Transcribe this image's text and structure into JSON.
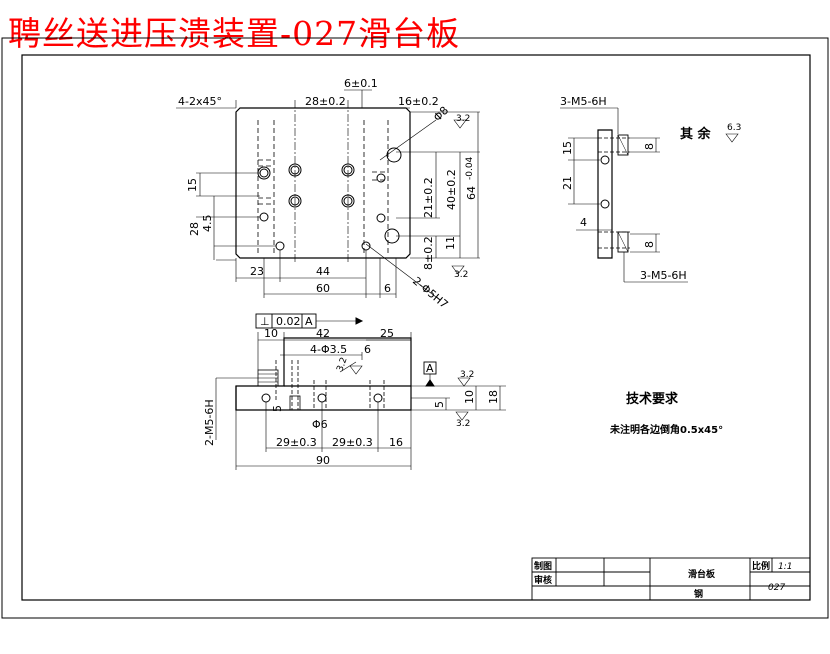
{
  "title": "聘丝送进压溃装置-027滑台板",
  "top_view": {
    "chamfer": "4-2x45°",
    "dim_6": "6±0.1",
    "dim_28": "28±0.2",
    "dim_16": "16±0.2",
    "dim_phi8": "Φ8",
    "dim_15": "15",
    "dim_28v": "28",
    "dim_45": "4.5",
    "dim_21": "21±0.2",
    "dim_40": "40±0.2",
    "dim_64": "64",
    "dim_64_tol": "-0.04",
    "dim_11": "11",
    "dim_8": "8±0.2",
    "dim_23": "23",
    "dim_44": "44",
    "dim_60": "60",
    "dim_6b": "6",
    "hole_note": "2-Φ5H7",
    "rough": "3.2"
  },
  "side_view": {
    "thread_top": "3-M5-6H",
    "dim_15": "15",
    "dim_21": "21",
    "dim_4": "4",
    "dim_8a": "8",
    "dim_8b": "8",
    "thread_bottom": "3-M5-6H"
  },
  "rest_note": {
    "label": "其 余",
    "rough": "6.3"
  },
  "front_view": {
    "tol_symbol": "⊥",
    "tol_value": "0.02",
    "tol_datum": "A",
    "datum": "A",
    "dim_10": "10",
    "dim_42": "42",
    "dim_25": "25",
    "holes": "4-Φ3.5",
    "dim_6": "6",
    "rough_a": "3.2",
    "rough_b": "3.2",
    "rough_c": "3.2",
    "thread_side": "2-M5-6H",
    "dim_5a": "5",
    "dim_phi6": "Φ6",
    "dim_5b": "5",
    "dim_10v": "10",
    "dim_18": "18",
    "dim_29a": "29±0.3",
    "dim_29b": "29±0.3",
    "dim_16": "16",
    "dim_90": "90"
  },
  "tech_req": {
    "title": "技术要求",
    "line1": "未注明各边倒角0.5x45°"
  },
  "title_block": {
    "drawn": "制图",
    "checked": "审核",
    "part": "滑台板",
    "scale_label": "比例",
    "scale": "1:1",
    "material": "钢",
    "number": "027"
  }
}
